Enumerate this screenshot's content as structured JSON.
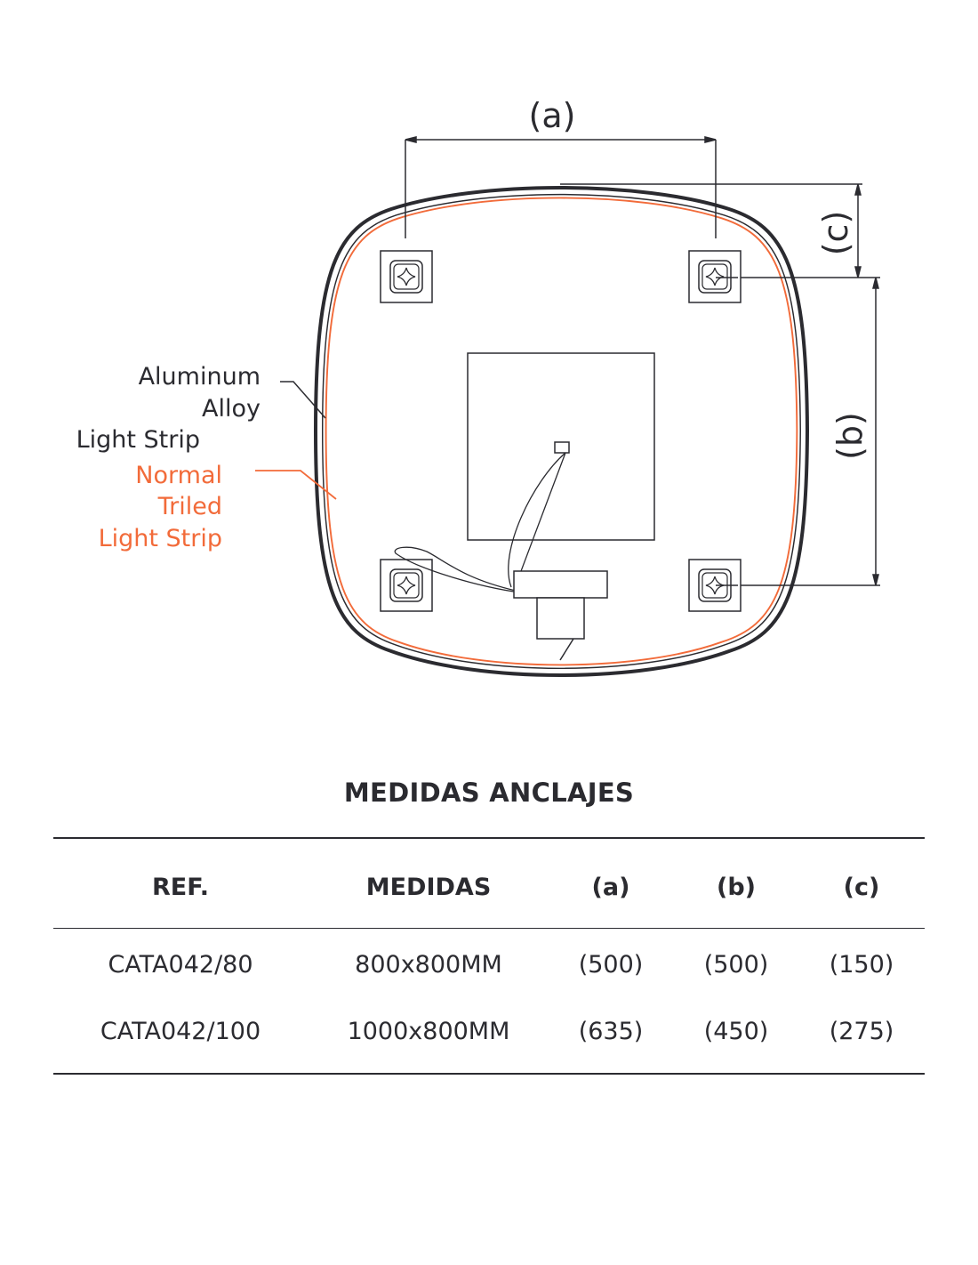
{
  "diagram": {
    "dimension_labels": {
      "a": "(a)",
      "b": "(b)",
      "c": "(c)"
    },
    "callouts": {
      "aluminum_line1": "Aluminum",
      "aluminum_line2": "Alloy",
      "aluminum_line3": "Light Strip",
      "triled_line1": "Normal",
      "triled_line2": "Triled",
      "triled_line3": "Light Strip"
    },
    "colors": {
      "line": "#2b2b30",
      "accent": "#f26b3a"
    }
  },
  "table": {
    "title": "MEDIDAS ANCLAJES",
    "headers": [
      "REF.",
      "MEDIDAS",
      "(a)",
      "(b)",
      "(c)"
    ],
    "rows": [
      [
        "CATA042/80",
        "800x800MM",
        "(500)",
        "(500)",
        "(150)"
      ],
      [
        "CATA042/100",
        "1000x800MM",
        "(635)",
        "(450)",
        "(275)"
      ]
    ]
  }
}
